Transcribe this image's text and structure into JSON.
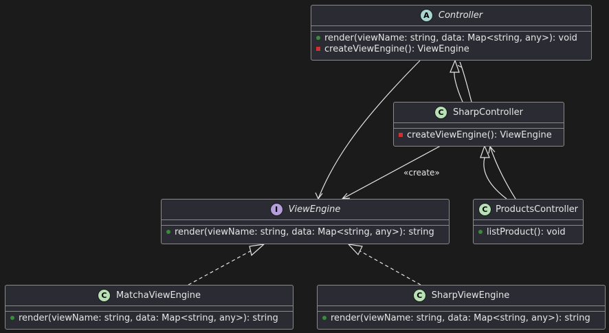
{
  "colors": {
    "background": "#1b1b1b",
    "box_fill": "#2b2c33",
    "box_border": "#8a8a8a",
    "text": "#e6e6e6",
    "badge_abstract": "#a8d5d0",
    "badge_interface": "#b39ddb",
    "badge_class": "#b7e1b5",
    "public_marker": "#3a8b3a",
    "private_marker": "#d03030"
  },
  "classes": {
    "controller": {
      "kind": "abstract",
      "badge": "A",
      "name": "Controller",
      "italic": true,
      "members": [
        {
          "visibility": "public",
          "text": "render(viewName: string, data: Map<string, any>): void"
        },
        {
          "visibility": "private",
          "text": "createViewEngine(): ViewEngine"
        }
      ]
    },
    "sharp_controller": {
      "kind": "class",
      "badge": "C",
      "name": "SharpController",
      "italic": false,
      "members": [
        {
          "visibility": "private",
          "text": "createViewEngine(): ViewEngine"
        }
      ]
    },
    "view_engine": {
      "kind": "interface",
      "badge": "I",
      "name": "ViewEngine",
      "italic": true,
      "members": [
        {
          "visibility": "public",
          "text": "render(viewName: string, data: Map<string, any>): string"
        }
      ]
    },
    "products_controller": {
      "kind": "class",
      "badge": "C",
      "name": "ProductsController",
      "italic": false,
      "members": [
        {
          "visibility": "public",
          "text": "listProduct(): void"
        }
      ]
    },
    "matcha_view_engine": {
      "kind": "class",
      "badge": "C",
      "name": "MatchaViewEngine",
      "italic": false,
      "members": [
        {
          "visibility": "public",
          "text": "render(viewName: string, data: Map<string, any>): string"
        }
      ]
    },
    "sharp_view_engine": {
      "kind": "class",
      "badge": "C",
      "name": "SharpViewEngine",
      "italic": false,
      "members": [
        {
          "visibility": "public",
          "text": "render(viewName: string, data: Map<string, any>): string"
        }
      ]
    }
  },
  "relationships": [
    {
      "from": "controller",
      "to": "view_engine",
      "type": "association",
      "label": ""
    },
    {
      "from": "sharp_controller",
      "to": "controller",
      "type": "inheritance",
      "label": ""
    },
    {
      "from": "sharp_controller",
      "to": "view_engine",
      "type": "dependency",
      "label": "«create»"
    },
    {
      "from": "products_controller",
      "to": "sharp_controller",
      "type": "inheritance",
      "label": ""
    },
    {
      "from": "matcha_view_engine",
      "to": "view_engine",
      "type": "realization",
      "label": ""
    },
    {
      "from": "sharp_view_engine",
      "to": "view_engine",
      "type": "realization",
      "label": ""
    }
  ]
}
